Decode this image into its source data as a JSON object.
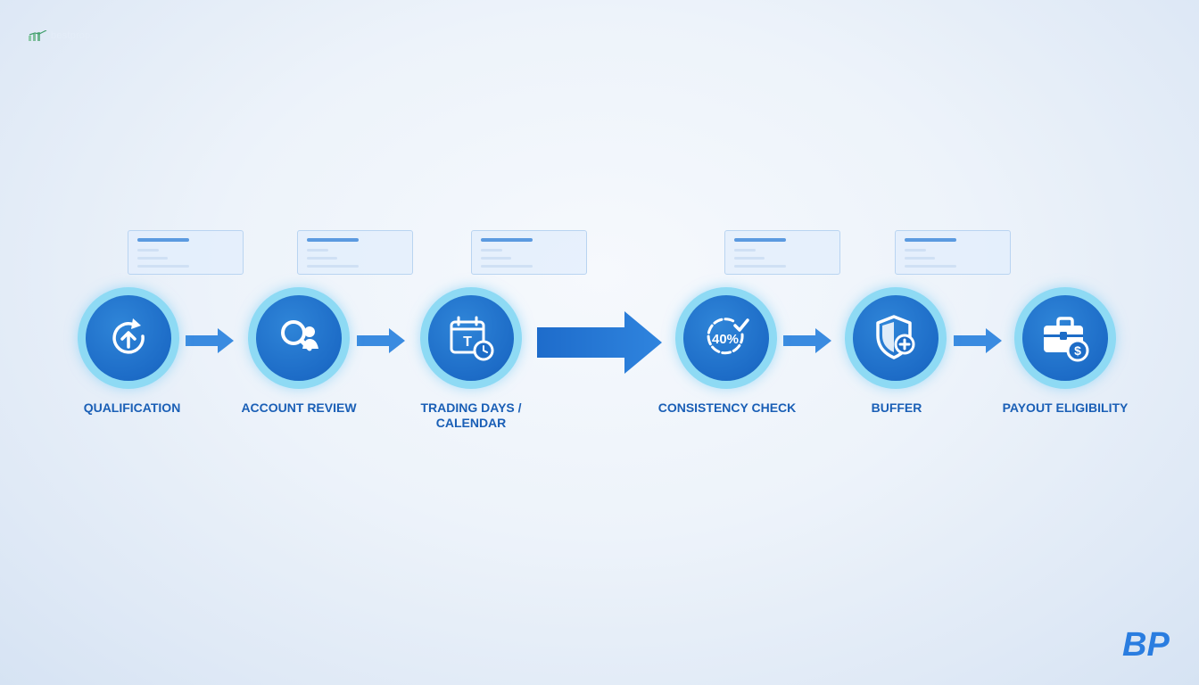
{
  "brand": {
    "text": "bestprop..."
  },
  "colors": {
    "accent": "#1f6fc8",
    "ring": "#8edaf4",
    "label": "#1a5fb6"
  },
  "steps": [
    {
      "label": "QUALIFICATION",
      "icon": "refresh-up-arrow-icon"
    },
    {
      "label": "ACCOUNT REVIEW",
      "icon": "magnifier-users-icon"
    },
    {
      "label": "TRADING DAYS / CALENDAR",
      "icon": "calendar-clock-icon",
      "icon_text": "T"
    },
    {
      "label": "CONSISTENCY CHECK",
      "icon": "percent-gauge-check-icon",
      "icon_text": "40%"
    },
    {
      "label": "BUFFER",
      "icon": "shield-plus-icon"
    },
    {
      "label": "PAYOUT ELIGIBILITY",
      "icon": "briefcase-dollar-icon",
      "icon_text": "$"
    }
  ],
  "logo": {
    "text": "BP"
  }
}
